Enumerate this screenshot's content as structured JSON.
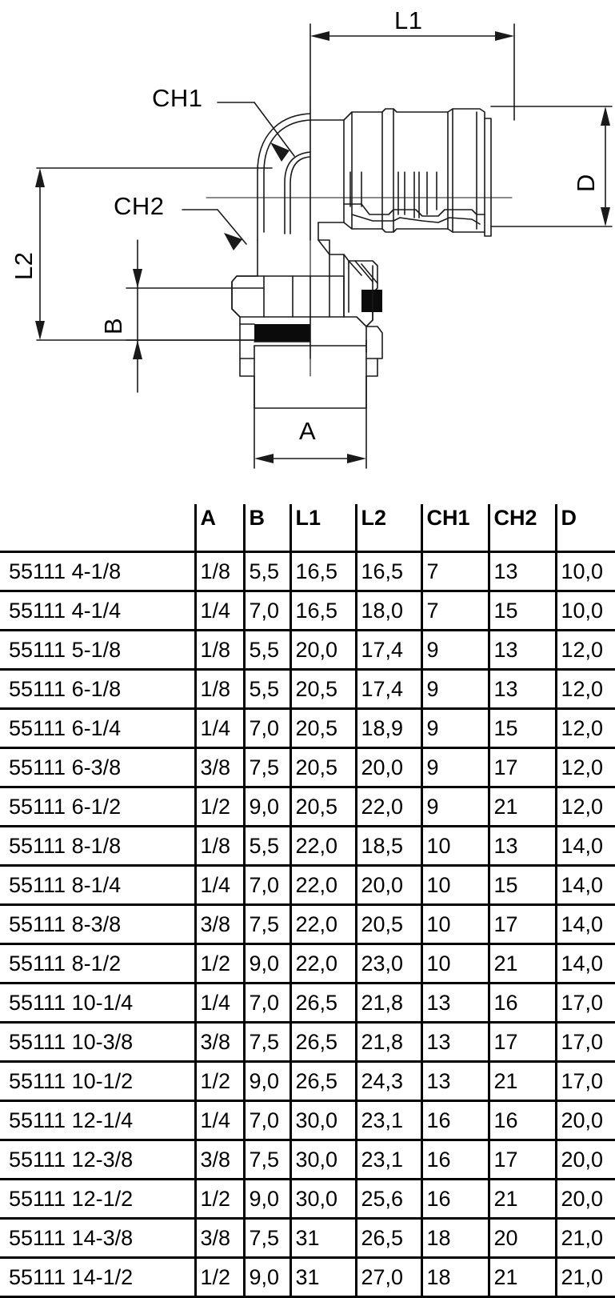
{
  "drawing": {
    "title_labels": {
      "l1": "L1",
      "l2": "L2",
      "a": "A",
      "b": "B",
      "d": "D",
      "ch1": "CH1",
      "ch2": "CH2"
    },
    "description": "90 degree elbow push-in fitting cross-section with dimension callouts"
  },
  "table": {
    "headers": [
      "",
      "A",
      "B",
      "L1",
      "L2",
      "CH1",
      "CH2",
      "D"
    ],
    "rows": [
      {
        "name": "55111 4-1/8",
        "A": "1/8",
        "B": "5,5",
        "L1": "16,5",
        "L2": "16,5",
        "CH1": "7",
        "CH2": "13",
        "D": "10,0"
      },
      {
        "name": "55111 4-1/4",
        "A": "1/4",
        "B": "7,0",
        "L1": "16,5",
        "L2": "18,0",
        "CH1": "7",
        "CH2": "15",
        "D": "10,0"
      },
      {
        "name": "55111 5-1/8",
        "A": "1/8",
        "B": "5,5",
        "L1": "20,0",
        "L2": "17,4",
        "CH1": "9",
        "CH2": "13",
        "D": "12,0"
      },
      {
        "name": "55111 6-1/8",
        "A": "1/8",
        "B": "5,5",
        "L1": "20,5",
        "L2": "17,4",
        "CH1": "9",
        "CH2": "13",
        "D": "12,0"
      },
      {
        "name": "55111 6-1/4",
        "A": "1/4",
        "B": "7,0",
        "L1": "20,5",
        "L2": "18,9",
        "CH1": "9",
        "CH2": "15",
        "D": "12,0"
      },
      {
        "name": "55111 6-3/8",
        "A": "3/8",
        "B": "7,5",
        "L1": "20,5",
        "L2": "20,0",
        "CH1": "9",
        "CH2": "17",
        "D": "12,0"
      },
      {
        "name": "55111 6-1/2",
        "A": "1/2",
        "B": "9,0",
        "L1": "20,5",
        "L2": "22,0",
        "CH1": "9",
        "CH2": "21",
        "D": "12,0"
      },
      {
        "name": "55111 8-1/8",
        "A": "1/8",
        "B": "5,5",
        "L1": "22,0",
        "L2": "18,5",
        "CH1": "10",
        "CH2": "13",
        "D": "14,0"
      },
      {
        "name": "55111 8-1/4",
        "A": "1/4",
        "B": "7,0",
        "L1": "22,0",
        "L2": "20,0",
        "CH1": "10",
        "CH2": "15",
        "D": "14,0"
      },
      {
        "name": "55111 8-3/8",
        "A": "3/8",
        "B": "7,5",
        "L1": "22,0",
        "L2": "20,5",
        "CH1": "10",
        "CH2": "17",
        "D": "14,0"
      },
      {
        "name": "55111 8-1/2",
        "A": "1/2",
        "B": "9,0",
        "L1": "22,0",
        "L2": "23,0",
        "CH1": "10",
        "CH2": "21",
        "D": "14,0"
      },
      {
        "name": "55111 10-1/4",
        "A": "1/4",
        "B": "7,0",
        "L1": "26,5",
        "L2": "21,8",
        "CH1": "13",
        "CH2": "16",
        "D": "17,0"
      },
      {
        "name": "55111 10-3/8",
        "A": "3/8",
        "B": "7,5",
        "L1": "26,5",
        "L2": "21,8",
        "CH1": "13",
        "CH2": "17",
        "D": "17,0"
      },
      {
        "name": "55111 10-1/2",
        "A": "1/2",
        "B": "9,0",
        "L1": "26,5",
        "L2": "24,3",
        "CH1": "13",
        "CH2": "21",
        "D": "17,0"
      },
      {
        "name": "55111 12-1/4",
        "A": "1/4",
        "B": "7,0",
        "L1": "30,0",
        "L2": "23,1",
        "CH1": "16",
        "CH2": "16",
        "D": "20,0"
      },
      {
        "name": "55111 12-3/8",
        "A": "3/8",
        "B": "7,5",
        "L1": "30,0",
        "L2": "23,1",
        "CH1": "16",
        "CH2": "17",
        "D": "20,0"
      },
      {
        "name": "55111 12-1/2",
        "A": "1/2",
        "B": "9,0",
        "L1": "30,0",
        "L2": "25,6",
        "CH1": "16",
        "CH2": "21",
        "D": "20,0"
      },
      {
        "name": "55111 14-3/8",
        "A": "3/8",
        "B": "7,5",
        "L1": "31",
        "L2": "26,5",
        "CH1": "18",
        "CH2": "20",
        "D": "21,0"
      },
      {
        "name": "55111 14-1/2",
        "A": "1/2",
        "B": "9,0",
        "L1": "31",
        "L2": "27,0",
        "CH1": "18",
        "CH2": "21",
        "D": "21,0"
      }
    ]
  },
  "colors": {
    "line": "#1a1a1a",
    "background": "#ffffff"
  }
}
